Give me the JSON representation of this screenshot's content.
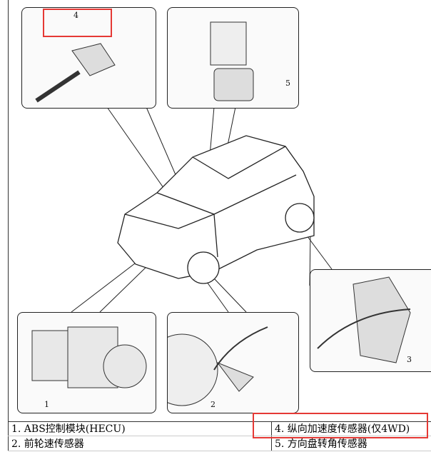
{
  "callouts": {
    "c1": "1",
    "c2": "2",
    "c3": "3",
    "c4": "4",
    "c5": "5"
  },
  "legend": {
    "row1": {
      "left": "1. ABS控制模块(HECU)",
      "right": "4. 纵向加速度传感器(仅4WD)"
    },
    "row2": {
      "left": "2. 前轮速传感器",
      "right": "5. 方向盘转角传感器"
    }
  },
  "highlight_color": "#e53935"
}
